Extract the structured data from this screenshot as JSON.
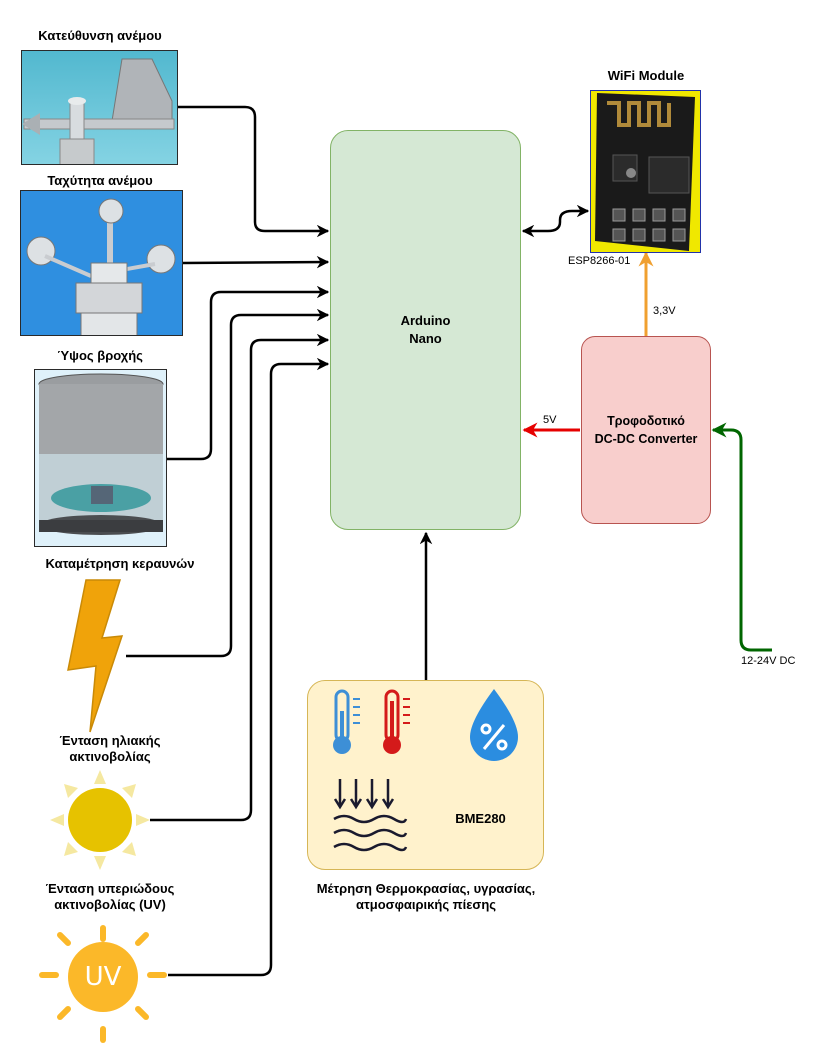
{
  "sensors": {
    "wind_direction": "Κατεύθυνση ανέμου",
    "wind_speed": "Ταχύτητα ανέμου",
    "rain_height": "Ύψος βροχής",
    "lightning": "Καταμέτρηση κεραυνών",
    "solar_line1": "Ένταση ηλιακής",
    "solar_line2": "ακτινοβολίας",
    "uv_line1": "Ένταση υπεριώδους",
    "uv_line2": "ακτινοβολίας (UV)",
    "uv_icon_text": "UV"
  },
  "arduino": {
    "line1": "Arduino",
    "line2": "Nano"
  },
  "wifi": {
    "title": "WiFi Module",
    "part": "ESP8266-01"
  },
  "power": {
    "line1": "Τροφοδοτικό",
    "line2": "DC-DC Converter",
    "out_5v": "5V",
    "out_3v3": "3,3V",
    "input": "12-24V DC"
  },
  "bme": {
    "name": "BME280",
    "caption_line1": "Μέτρηση Θερμοκρασίας, υγρασίας,",
    "caption_line2": "ατμοσφαιρικής πίεσης"
  },
  "colors": {
    "arduino_fill": "#d5e8d4",
    "arduino_stroke": "#82b366",
    "power_fill": "#f8cecc",
    "power_stroke": "#b85450",
    "bme_fill": "#fff2cc",
    "bme_stroke": "#d6b656",
    "wire_5v": "#e60000",
    "wire_3v3": "#f0a030",
    "wire_input": "#006600",
    "wire_signal": "#000000",
    "sun": "#e6c200",
    "uv_sun": "#fbb829",
    "lightning": "#f0a30a"
  }
}
